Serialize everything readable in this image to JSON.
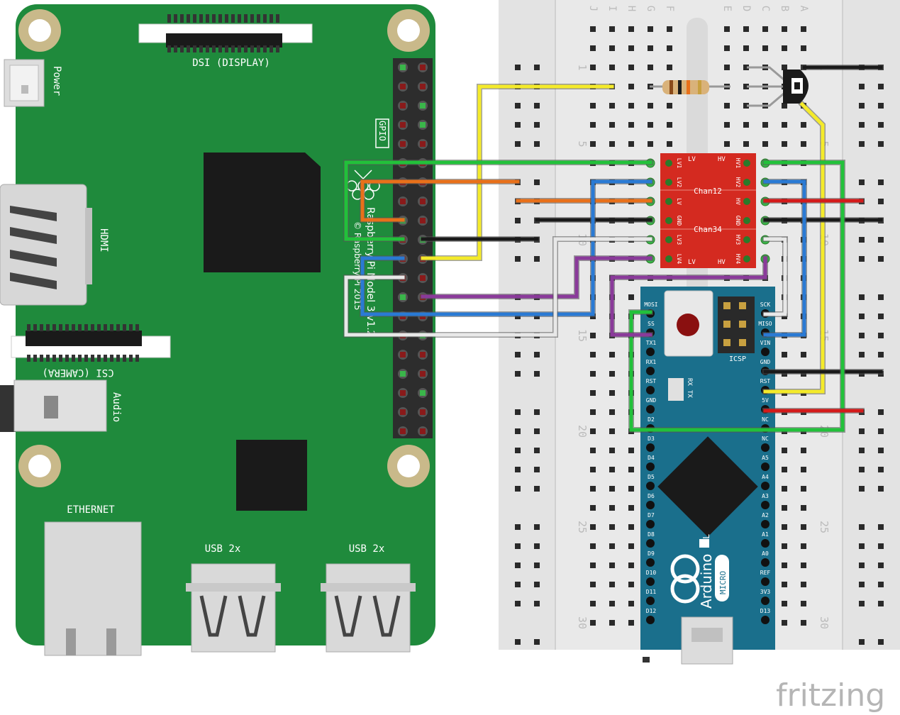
{
  "raspberry_pi": {
    "label_power": "Power",
    "label_dsi": "DSI (DISPLAY)",
    "label_hdmi": "HDMI",
    "label_csi": "CSI (CAMERA)",
    "label_audio": "Audio",
    "label_ethernet": "ETHERNET",
    "label_usb1": "USB 2x",
    "label_usb2": "USB 2x",
    "label_gpio": "GPIO",
    "label_model_a": "Raspberry Pi Model 3 v1.2",
    "label_model_b": "© Raspberry Pi 2015",
    "board_color": "#1f8a3c"
  },
  "breadboard": {
    "col_letters_left": [
      "J",
      "I",
      "H",
      "G",
      "F"
    ],
    "col_letters_right": [
      "E",
      "D",
      "C",
      "B",
      "A"
    ],
    "row_numbers": [
      "1",
      "5",
      "10",
      "15",
      "20",
      "25",
      "30"
    ]
  },
  "level_shifter": {
    "title_chan12": "Chan12",
    "title_chan34": "Chan34",
    "left_labels": [
      "LV",
      "LV1",
      "LV2",
      "LV",
      "GND",
      "LV3",
      "LV4",
      "LV"
    ],
    "right_labels": [
      "HV",
      "HV1",
      "HV2",
      "HV",
      "GND",
      "HV3",
      "HV4",
      "HV"
    ],
    "color": "#d42a20"
  },
  "arduino": {
    "left_pins": [
      "MOSI",
      "SS",
      "TX1",
      "RX1",
      "RST",
      "GND",
      "D2",
      "D3",
      "D4",
      "D5",
      "D6",
      "D7",
      "D8",
      "D9",
      "D10",
      "D11",
      "D12"
    ],
    "right_pins": [
      "SCK",
      "MISO",
      "VIN",
      "GND",
      "RST",
      "5V",
      "NC",
      "NC",
      "A5",
      "A4",
      "A3",
      "A2",
      "A1",
      "A0",
      "REF",
      "3V3",
      "D13"
    ],
    "label_icsp": "ICSP",
    "label_tx": "TX",
    "label_rx": "RX",
    "label_brand": "Arduino",
    "label_micro": "MICRO",
    "label_l": "L",
    "color": "#1a6f8c"
  },
  "wires": {
    "yellow": "#f4ea2a",
    "orange": "#e8701a",
    "black": "#1a1a1a",
    "green": "#22c13a",
    "blue": "#2a7ad4",
    "purple": "#8a3a9a",
    "white": "#e8e8e8",
    "red": "#d41a1a"
  },
  "watermark": "fritzing"
}
